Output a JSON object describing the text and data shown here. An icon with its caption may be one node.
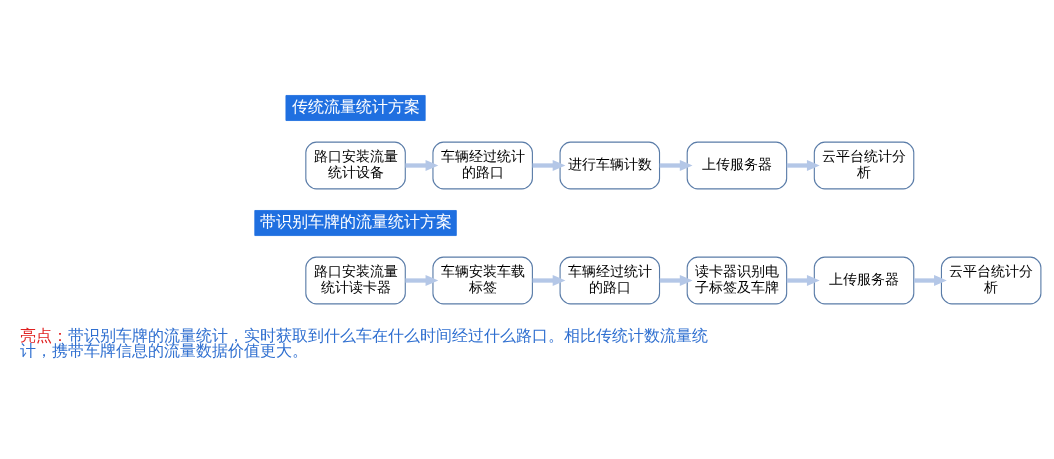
{
  "diagram": {
    "nodes": [
      {
        "text": [
          "传统流量统计方案"
        ]
      },
      {
        "text": [
          "路口安装流量统计设备"
        ]
      },
      {
        "text": [
          "车辆经过统计的路口"
        ]
      },
      {
        "text": [
          "进行车辆计数"
        ]
      },
      {
        "text": [
          "上传服务器"
        ]
      },
      {
        "text": [
          "云平台统计分析"
        ]
      },
      {
        "text": [
          "带识别车牌的流量统计方案"
        ]
      },
      {
        "text": [
          "路口安装流量统计读卡器"
        ]
      },
      {
        "text": [
          "车辆安装车载标签"
        ]
      },
      {
        "text": [
          "车辆经过统计的路口"
        ]
      },
      {
        "text": [
          "读卡器识别电子标签及车牌"
        ]
      },
      {
        "text": [
          "上传服务器"
        ]
      },
      {
        "text": [
          "云平台统计分析"
        ]
      }
    ],
    "edges": [
      {
        "from": 1,
        "to": 2,
        "arrow": "to"
      },
      {
        "from": 2,
        "to": 3,
        "arrow": "to"
      },
      {
        "from": 3,
        "to": 4,
        "arrow": "to"
      },
      {
        "from": 4,
        "to": 5,
        "arrow": "to"
      },
      {
        "from": 7,
        "to": 8,
        "arrow": "to"
      },
      {
        "from": 8,
        "to": 9,
        "arrow": "to"
      },
      {
        "from": 9,
        "to": 10,
        "arrow": "to"
      },
      {
        "from": 10,
        "to": 11,
        "arrow": "to"
      },
      {
        "from": 11,
        "to": 12,
        "arrow": "to"
      }
    ],
    "labels": [
      "亮点：",
      "带识别车牌的流量统计，实时获取到什么车在什么时间经过什么路口。相比传统计数流量统计，携带车牌信息的流量数据价值更大。"
    ]
  }
}
